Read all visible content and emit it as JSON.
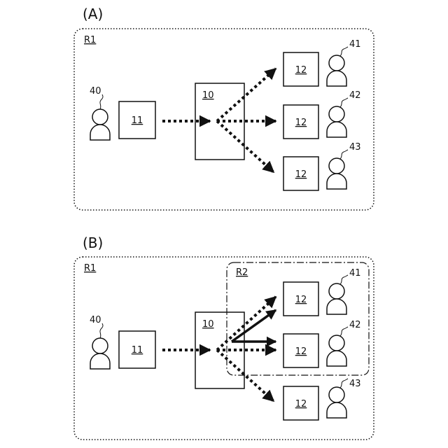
{
  "panels": [
    {
      "caption": "(A)",
      "region_label": "R1",
      "center_label": "10",
      "source_label": "11",
      "sink_labels": [
        "12",
        "12",
        "12"
      ],
      "sender_ref": "40",
      "receiver_refs": [
        "41",
        "42",
        "43"
      ]
    },
    {
      "caption": "(B)",
      "region_label": "R1",
      "subregion_label": "R2",
      "center_label": "10",
      "source_label": "11",
      "sink_labels": [
        "12",
        "12",
        "12"
      ],
      "sender_ref": "40",
      "receiver_refs": [
        "41",
        "42",
        "43"
      ]
    }
  ],
  "colors": {
    "line": "#111111",
    "background": "#ffffff"
  }
}
